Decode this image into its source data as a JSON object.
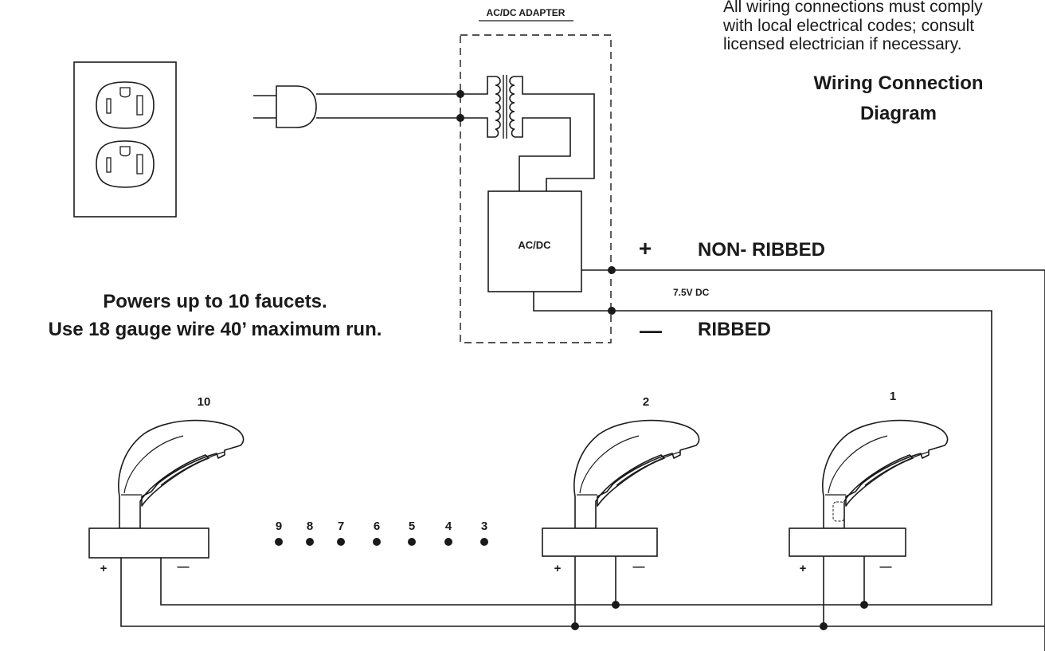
{
  "notice": {
    "line1": "All wiring connections must comply",
    "line2": "with local electrical codes; consult",
    "line3": "licensed electrician if necessary."
  },
  "title": {
    "line1": "Wiring Connection",
    "line2": "Diagram"
  },
  "adapter_label": "AC/DC ADAPTER",
  "converter_label": "AC/DC",
  "positive": {
    "sign": "+",
    "label": "NON- RIBBED"
  },
  "negative": {
    "sign": "—",
    "label": "RIBBED"
  },
  "voltage_label": "7.5V DC",
  "note": {
    "line1": "Powers up to 10 faucets.",
    "line2": "Use 18 gauge wire 40’ maximum run."
  },
  "faucets": [
    {
      "number": "10",
      "plus": "+",
      "minus": "—"
    },
    {
      "number": "2",
      "plus": "+",
      "minus": "—"
    },
    {
      "number": "1",
      "plus": "+",
      "minus": "—"
    }
  ],
  "intermediate_faucets": [
    "9",
    "8",
    "7",
    "6",
    "5",
    "4",
    "3"
  ],
  "icons": [
    "duplex-outlet-icon",
    "plug-icon",
    "transformer-icon",
    "faucet-icon"
  ]
}
